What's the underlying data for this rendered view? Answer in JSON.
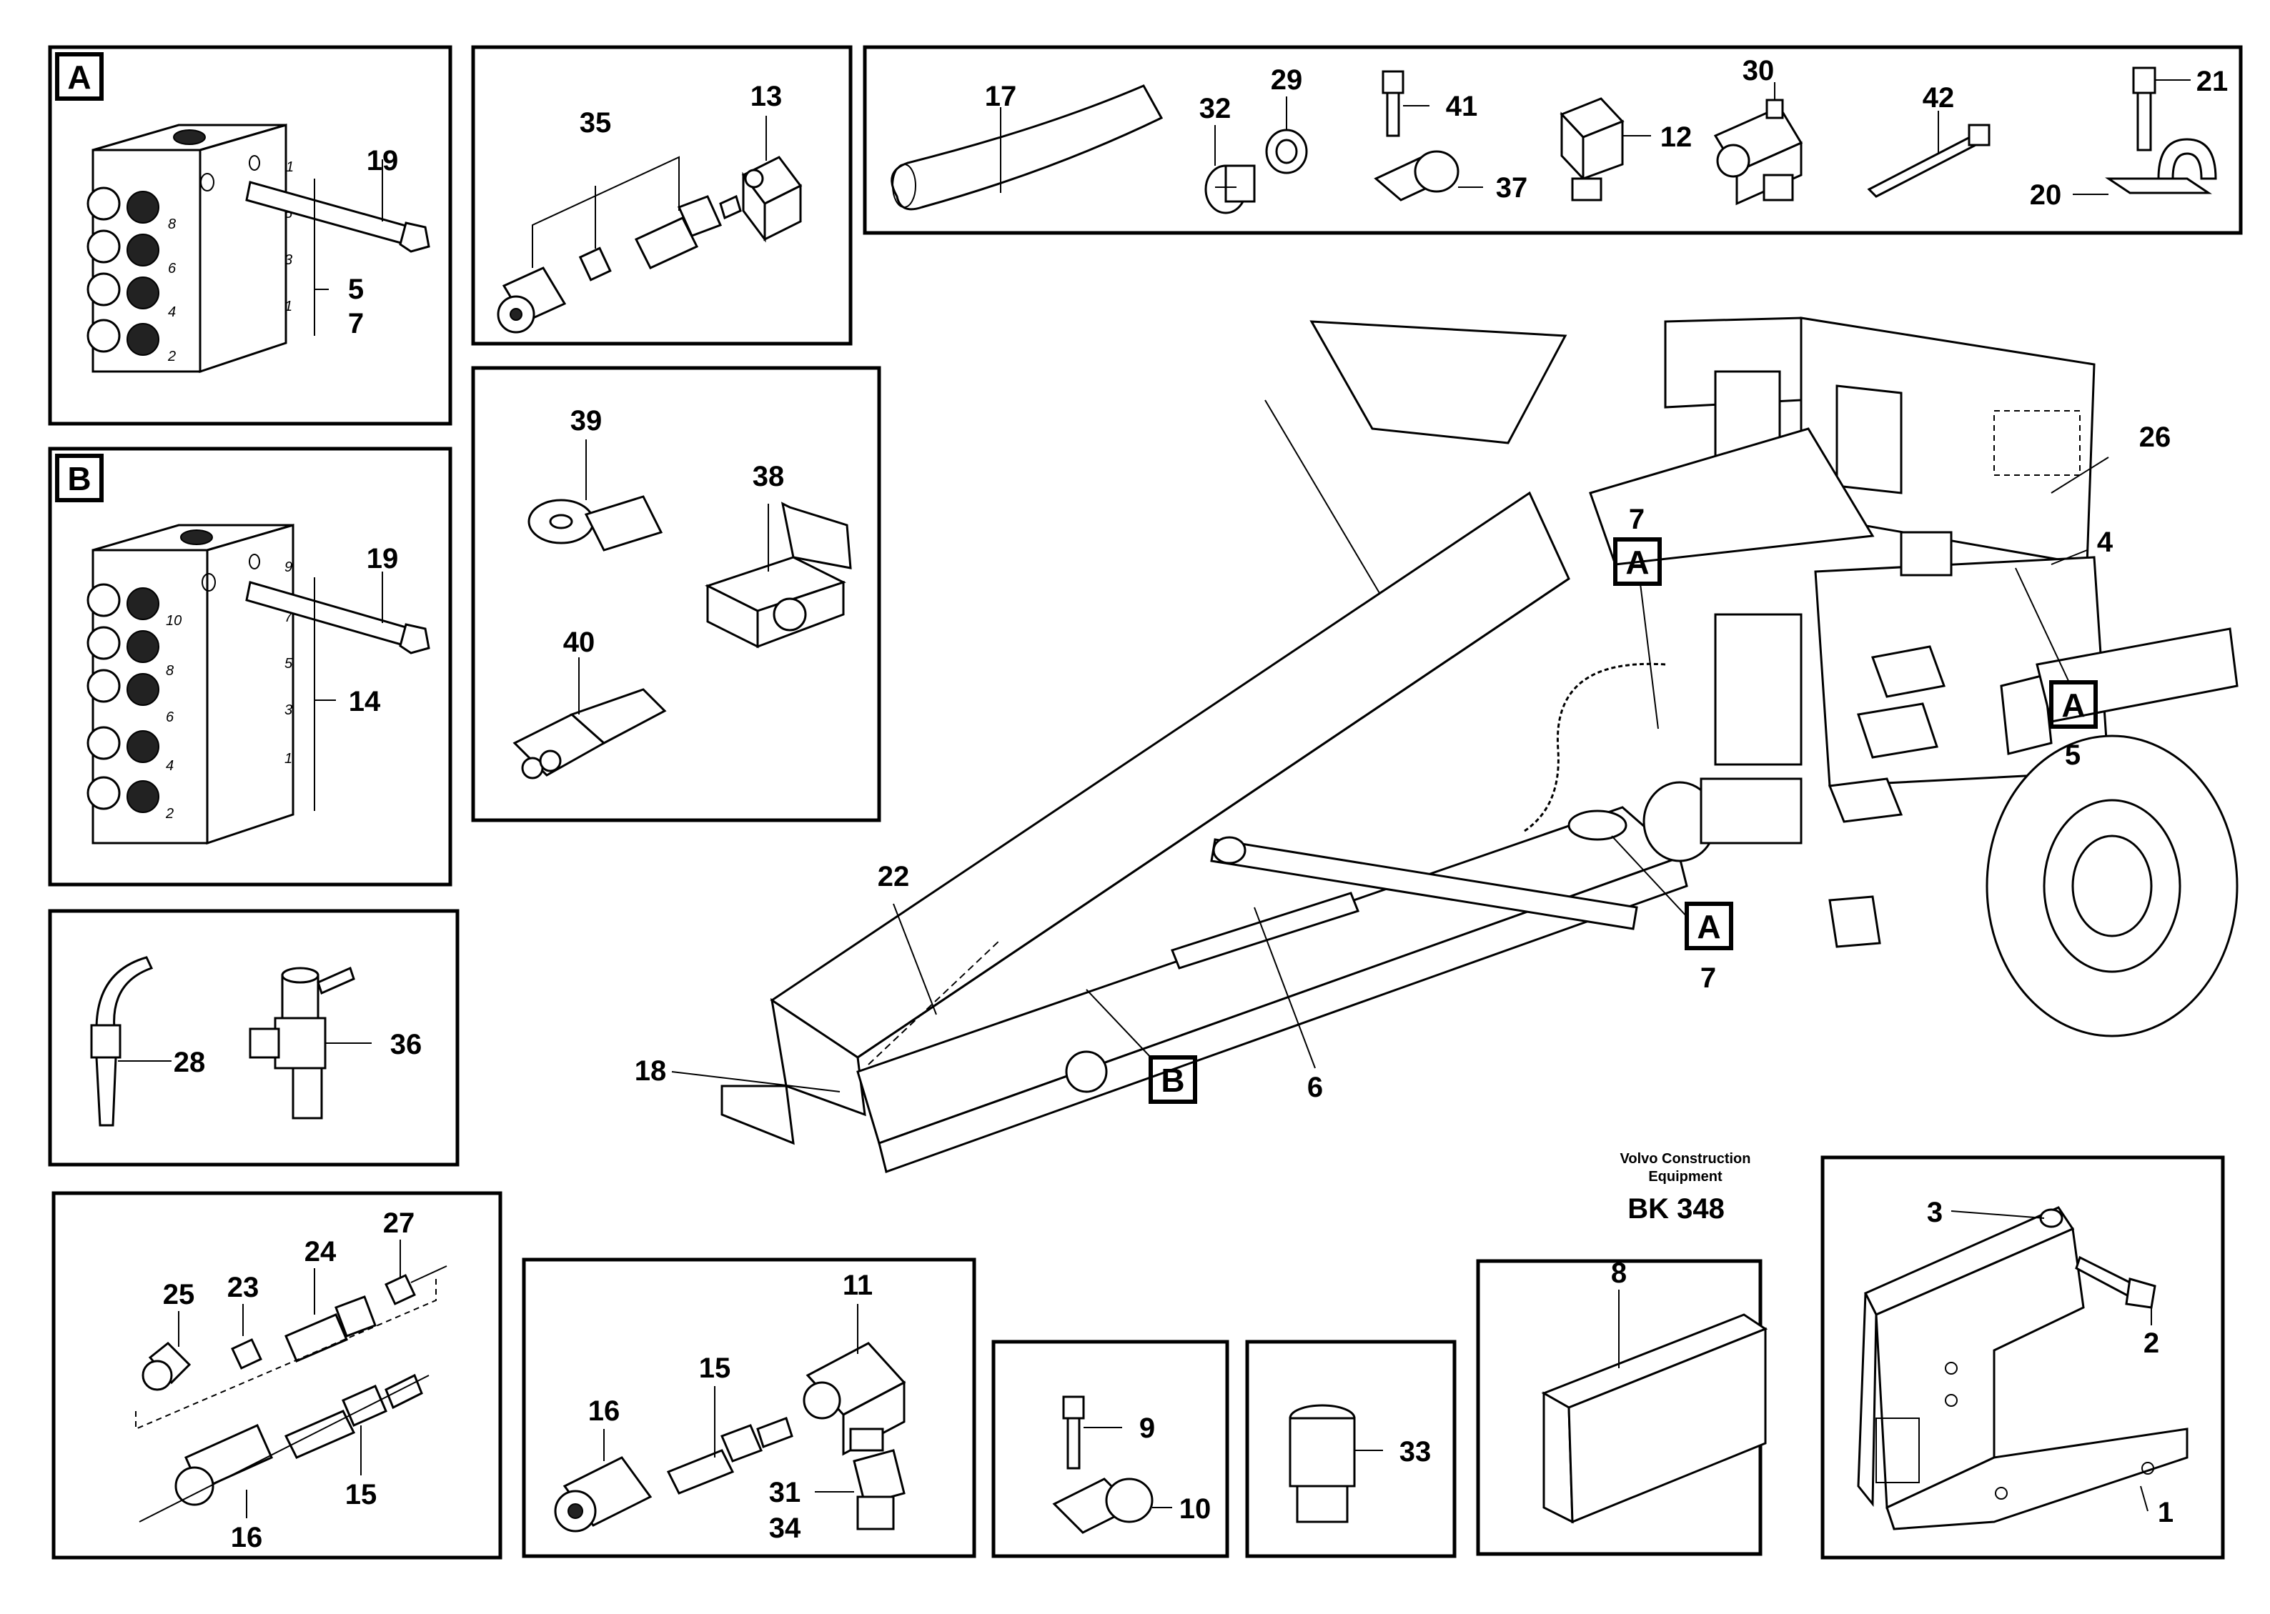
{
  "diagram": {
    "publisher": [
      "Volvo Construction",
      "Equipment"
    ],
    "drawing_code": "BK 348"
  },
  "detail_tags": {
    "a": "A",
    "b": "B"
  },
  "callouts": {
    "n1": "1",
    "n2": "2",
    "n3": "3",
    "n4": "4",
    "n5": "5",
    "n6": "6",
    "n7": "7",
    "n8": "8",
    "n9": "9",
    "n10": "10",
    "n11": "11",
    "n12": "12",
    "n13": "13",
    "n14": "14",
    "n15": "15",
    "n16": "16",
    "n17": "17",
    "n18": "18",
    "n19": "19",
    "n20": "20",
    "n21": "21",
    "n22": "22",
    "n23": "23",
    "n24": "24",
    "n25": "25",
    "n26": "26",
    "n27": "27",
    "n28": "28",
    "n29": "29",
    "n30": "30",
    "n31": "31",
    "n32": "32",
    "n33": "33",
    "n34": "34",
    "n35": "35",
    "n36": "36",
    "n37": "37",
    "n38": "38",
    "n39": "39",
    "n40": "40",
    "n41": "41",
    "n42": "42"
  },
  "block_a_port_marks": [
    "1",
    "5",
    "3",
    "1",
    "8",
    "6",
    "4",
    "2"
  ],
  "block_b_port_marks": [
    "9",
    "7",
    "5",
    "3",
    "1",
    "10",
    "8",
    "6",
    "4",
    "2"
  ]
}
